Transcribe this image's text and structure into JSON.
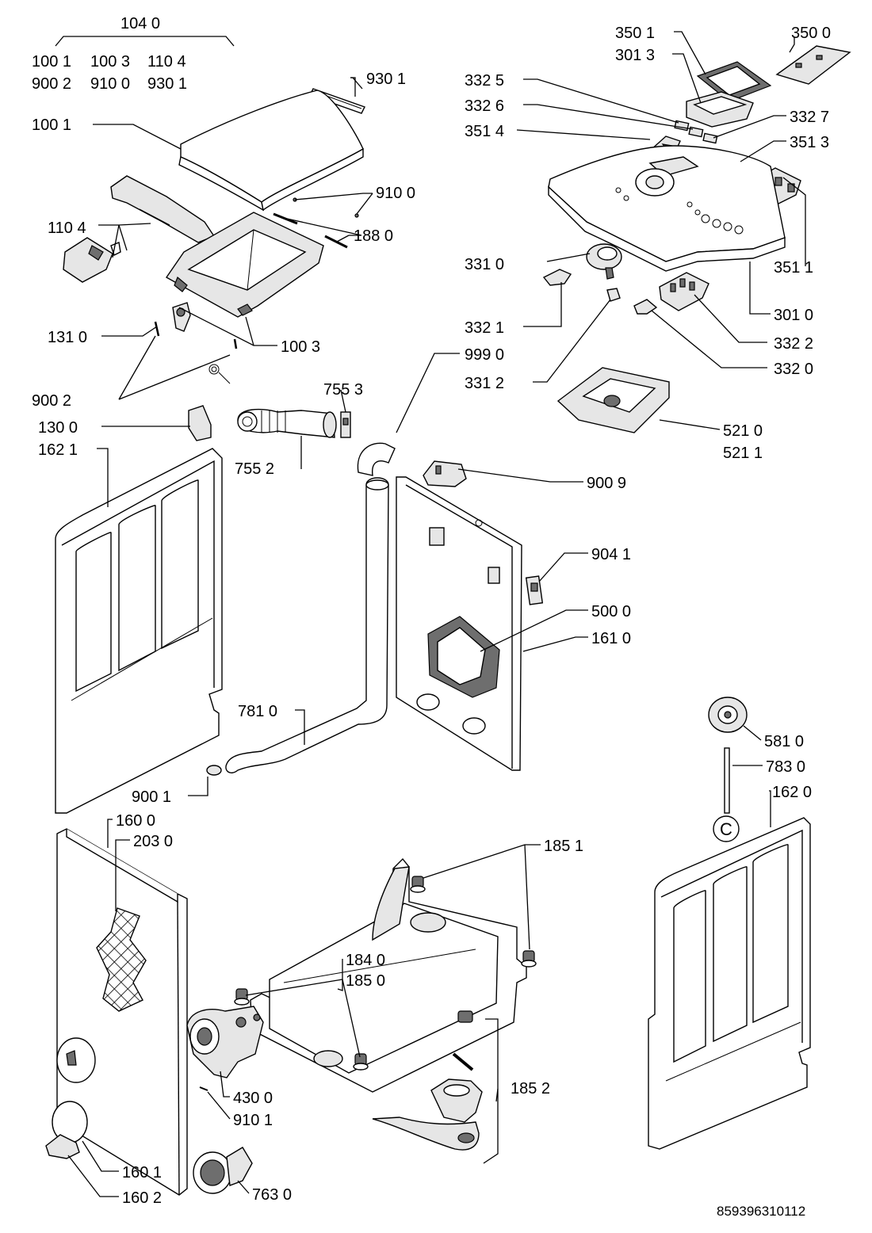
{
  "labels": {
    "l1040": "104 0",
    "l1001a": "100 1",
    "l1003a": "100 3",
    "l1104a": "110 4",
    "l9002a": "900 2",
    "l9100a": "910 0",
    "l9301a": "930 1",
    "l9301": "930 1",
    "l1001": "100 1",
    "l9100": "910 0",
    "l1880": "188 0",
    "l1104": "110 4",
    "l1310": "131 0",
    "l1003": "100 3",
    "l9002": "900 2",
    "l1300": "130 0",
    "l1621": "162 1",
    "l7553": "755 3",
    "l7552": "755 2",
    "l3501": "350 1",
    "l3013": "301 3",
    "l3500": "350 0",
    "l3325": "332 5",
    "l3326": "332 6",
    "l3327": "332 7",
    "l3514": "351 4",
    "l3513": "351 3",
    "l3310": "331 0",
    "l3511": "351 1",
    "l3321": "332 1",
    "l3010": "301 0",
    "l3322": "332 2",
    "l9990": "999 0",
    "l3320": "332 0",
    "l3312": "331 2",
    "l5210": "521 0",
    "l5211": "521 1",
    "l9009": "900 9",
    "l9041": "904 1",
    "l5000": "500 0",
    "l1610": "161 0",
    "l7810": "781 0",
    "l5810": "581 0",
    "l7830": "783 0",
    "l9001": "900 1",
    "l1620": "162 0",
    "l1600": "160 0",
    "l2030": "203 0",
    "l1851": "185 1",
    "l1840": "184 0",
    "l1850": "185 0",
    "l1852": "185 2",
    "l4300": "430 0",
    "l9101": "910 1",
    "l1601": "160 1",
    "l1602": "160 2",
    "l7630": "763 0"
  },
  "connector_symbol": "C",
  "document_number": "859396310112"
}
